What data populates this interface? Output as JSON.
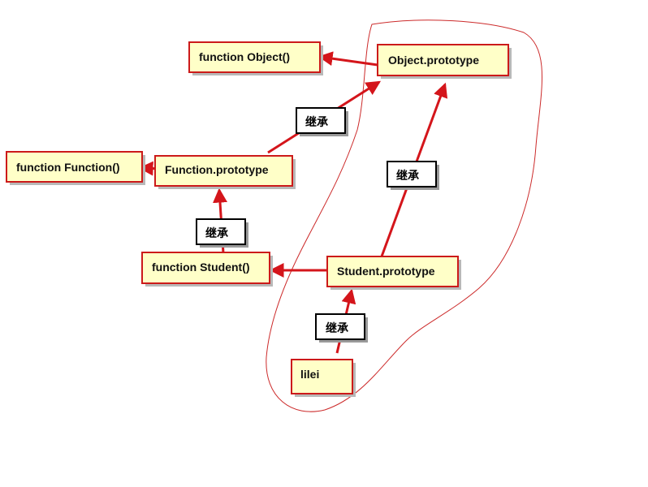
{
  "diagram": {
    "colors": {
      "node_fill": "#ffffc8",
      "node_border": "#cc1a1a",
      "arrow": "#d4151b",
      "tag_border": "#000000"
    },
    "nodes": {
      "function_object": "function Object()",
      "object_prototype": "Object.prototype",
      "function_function": "function Function()",
      "function_prototype": "Function.prototype",
      "function_student": "function Student()",
      "student_prototype": "Student.prototype",
      "lilei": "lilei"
    },
    "edge_label": "继承"
  }
}
